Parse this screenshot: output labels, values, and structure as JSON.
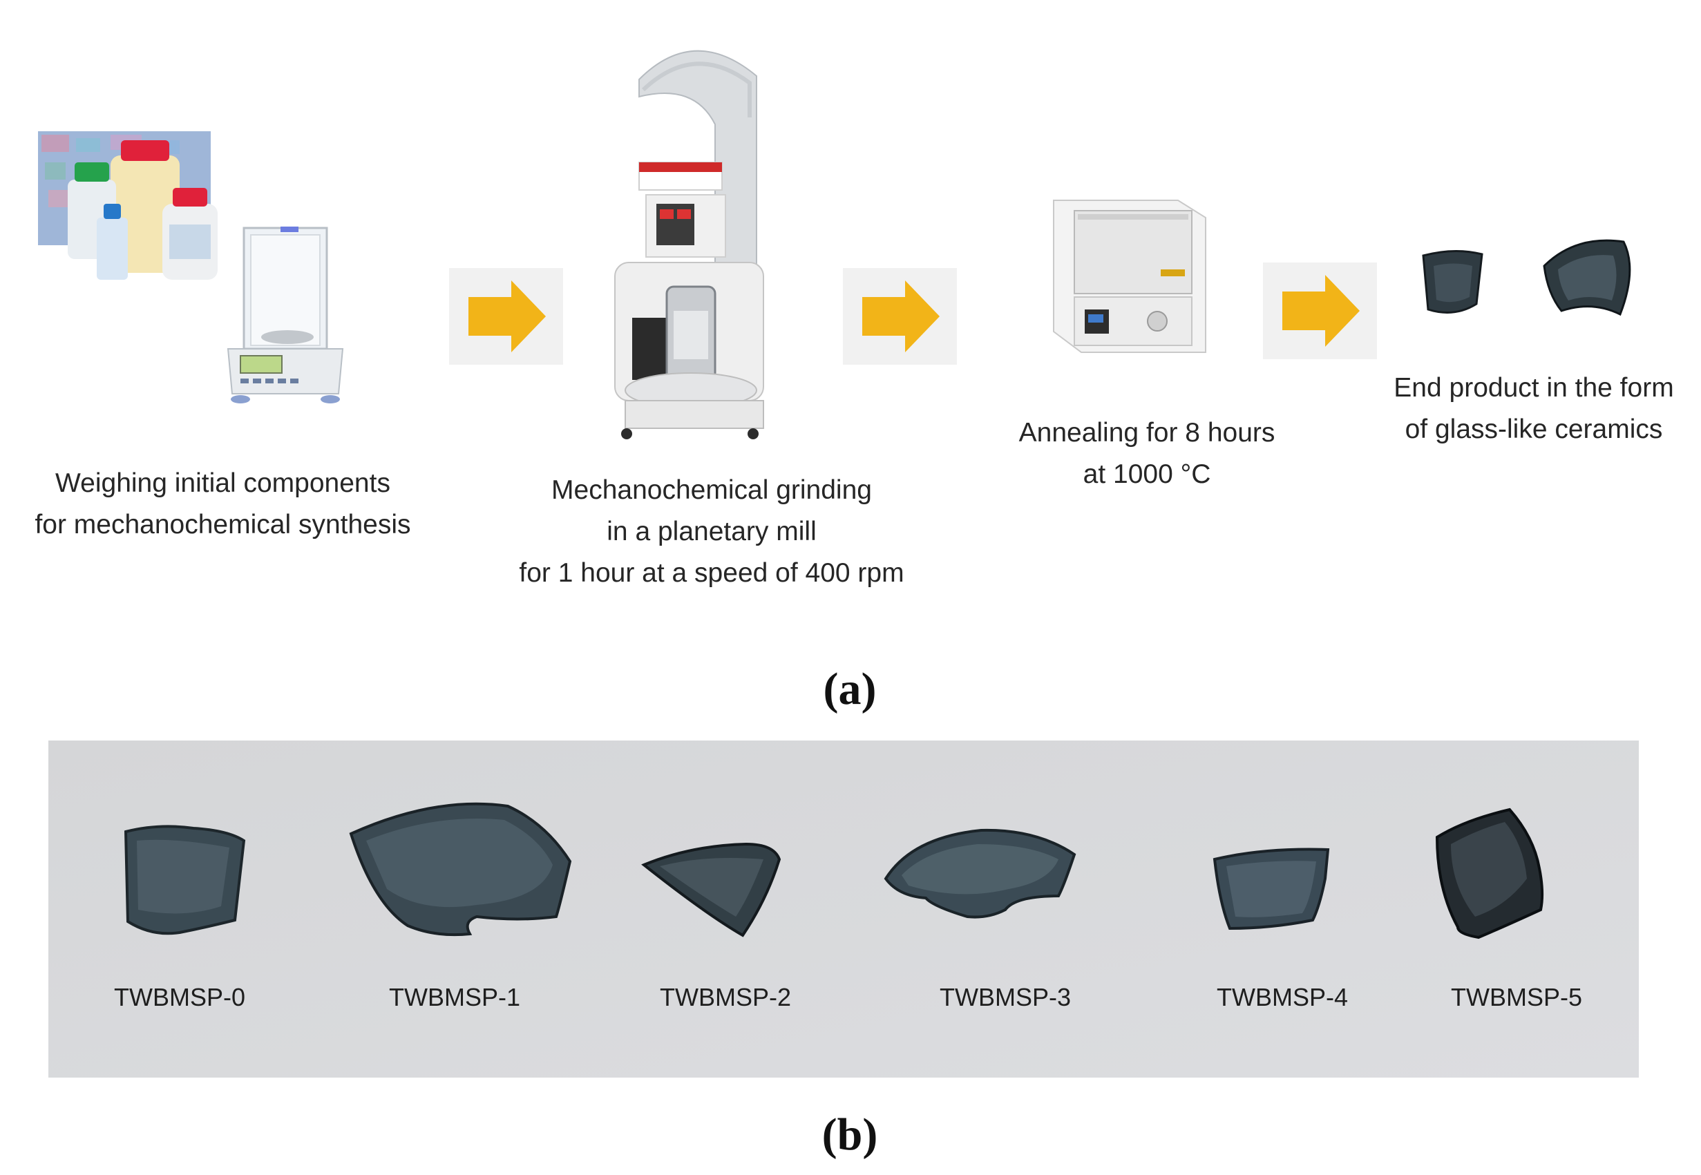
{
  "panel_a": {
    "label": "(a)",
    "steps": [
      {
        "caption_lines": [
          "Weighing initial components",
          "for mechanochemical synthesis"
        ],
        "image": "reagent-bottles-and-analytical-balance"
      },
      {
        "caption_lines": [
          "Mechanochemical grinding",
          "in a planetary mill",
          "for 1 hour at a speed of 400 rpm"
        ],
        "image": "planetary-ball-mill"
      },
      {
        "caption_lines": [
          "Annealing for 8 hours",
          "at 1000 °C"
        ],
        "image": "muffle-furnace"
      },
      {
        "caption_lines": [
          "End product in the form",
          "of glass-like ceramics"
        ],
        "image": "glass-ceramic-fragments"
      }
    ],
    "arrow_color": "#f2b418"
  },
  "panel_b": {
    "label": "(b)",
    "samples": [
      "TWBMSP-0",
      "TWBMSP-1",
      "TWBMSP-2",
      "TWBMSP-3",
      "TWBMSP-4",
      "TWBMSP-5"
    ]
  }
}
